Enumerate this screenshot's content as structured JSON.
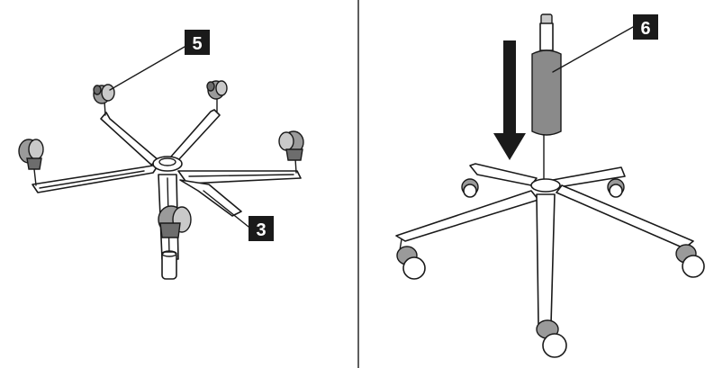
{
  "callouts": {
    "left_top": "5",
    "left_bottom": "3",
    "right_top": "6"
  },
  "colors": {
    "ink": "#1a1a1a",
    "cylinder": "#8a8a8a",
    "caster": "#9a9a9a",
    "background": "#ffffff"
  },
  "icons": [
    "arrow-down-icon"
  ]
}
